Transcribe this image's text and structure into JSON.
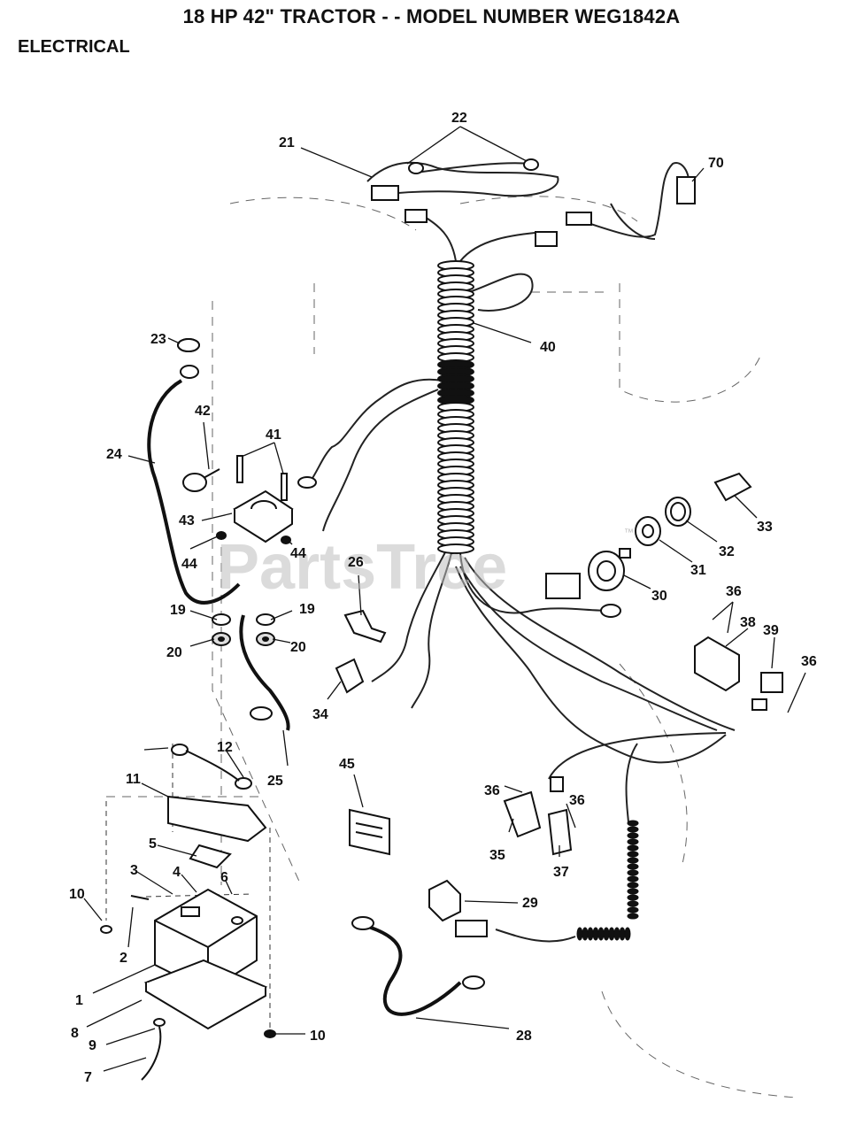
{
  "header": {
    "title": "18 HP 42\" TRACTOR - - MODEL NUMBER WEG1842A",
    "section": "ELECTRICAL"
  },
  "watermark": {
    "text": "PartsTree",
    "trademark": "™"
  },
  "callouts": {
    "c1": "1",
    "c2": "2",
    "c3": "3",
    "c4": "4",
    "c5": "5",
    "c6": "6",
    "c7": "7",
    "c8": "8",
    "c9": "9",
    "c10a": "10",
    "c10b": "10",
    "c11": "11",
    "c12": "12",
    "c19a": "19",
    "c19b": "19",
    "c20a": "20",
    "c20b": "20",
    "c21": "21",
    "c22": "22",
    "c23": "23",
    "c24": "24",
    "c25": "25",
    "c26": "26",
    "c28": "28",
    "c29": "29",
    "c30": "30",
    "c31": "31",
    "c32": "32",
    "c33": "33",
    "c34": "34",
    "c35": "35",
    "c36a": "36",
    "c36b": "36",
    "c36c": "36",
    "c36d": "36",
    "c37": "37",
    "c38": "38",
    "c39": "39",
    "c40": "40",
    "c41": "41",
    "c42": "42",
    "c43": "43",
    "c44a": "44",
    "c44b": "44",
    "c45": "45",
    "c70": "70"
  }
}
